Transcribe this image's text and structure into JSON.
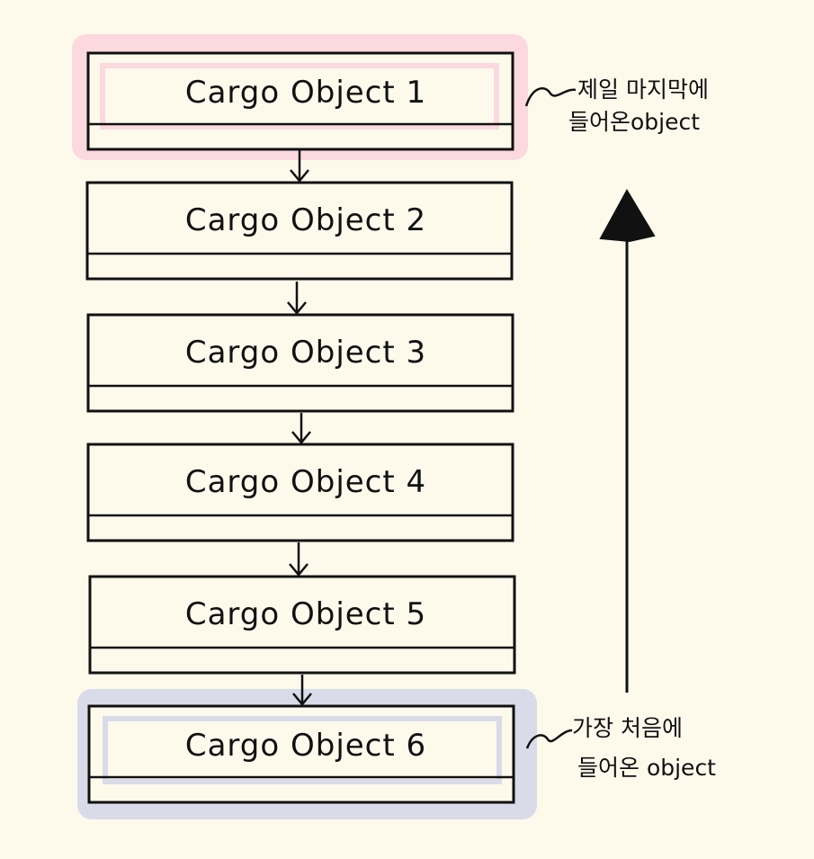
{
  "diagram": {
    "nodes": [
      {
        "id": "obj1",
        "label": "Cargo Object 1"
      },
      {
        "id": "obj2",
        "label": "Cargo Object 2"
      },
      {
        "id": "obj3",
        "label": "Cargo Object 3"
      },
      {
        "id": "obj4",
        "label": "Cargo Object 4"
      },
      {
        "id": "obj5",
        "label": "Cargo Object 5"
      },
      {
        "id": "obj6",
        "label": "Cargo Object 6"
      }
    ],
    "edges": [
      {
        "from": "obj1",
        "to": "obj2"
      },
      {
        "from": "obj2",
        "to": "obj3"
      },
      {
        "from": "obj3",
        "to": "obj4"
      },
      {
        "from": "obj4",
        "to": "obj5"
      },
      {
        "from": "obj5",
        "to": "obj6"
      }
    ],
    "annotations": {
      "top": {
        "line1": "제일 마지막에",
        "line2": "들어온object"
      },
      "bottom": {
        "line1": "가장 처음에",
        "line2": "들어온 object"
      }
    },
    "colors": {
      "background": "#fdfaec",
      "top_highlight": "#fbd9de",
      "bottom_highlight": "#d9dbe9",
      "stroke": "#111111"
    }
  }
}
